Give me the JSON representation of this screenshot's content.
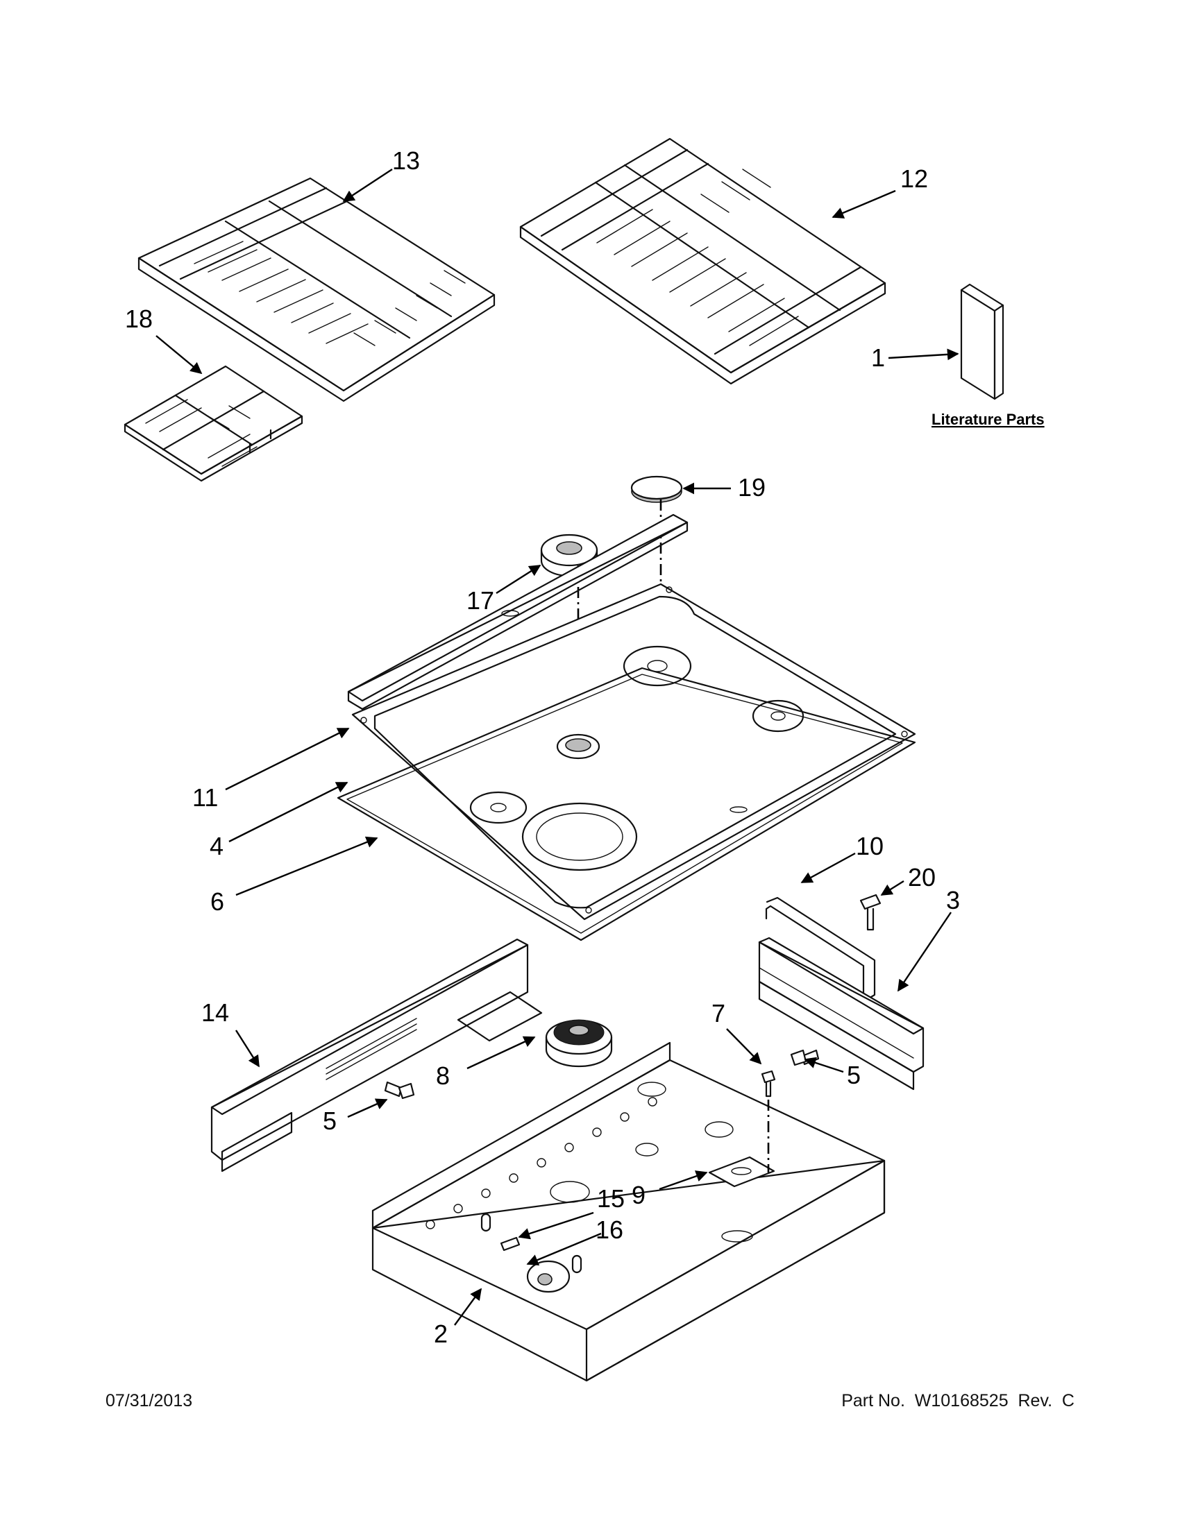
{
  "literature": {
    "label": "Literature Parts"
  },
  "callouts": {
    "c1": "1",
    "c2": "2",
    "c3": "3",
    "c4": "4",
    "c5a": "5",
    "c5b": "5",
    "c6": "6",
    "c7": "7",
    "c8": "8",
    "c9": "9",
    "c10": "10",
    "c11": "11",
    "c12": "12",
    "c13": "13",
    "c14": "14",
    "c15": "15",
    "c16": "16",
    "c17": "17",
    "c18": "18",
    "c19": "19",
    "c20": "20"
  },
  "footer": {
    "date": "07/31/2013",
    "part_number": "Part No.  W10168525  Rev.  C"
  }
}
